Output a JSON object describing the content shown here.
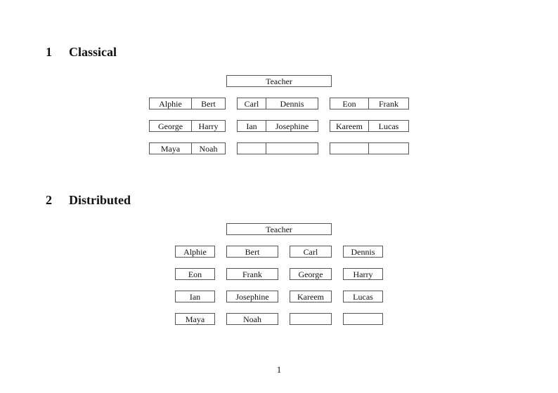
{
  "document": {
    "page_number": "1"
  },
  "classical": {
    "heading_number": "1",
    "heading_title": "Classical",
    "teacher_label": "Teacher",
    "rows": [
      [
        [
          "Alphie",
          "Bert"
        ],
        [
          "Carl",
          "Dennis"
        ],
        [
          "Eon",
          "Frank"
        ]
      ],
      [
        [
          "George",
          "Harry"
        ],
        [
          "Ian",
          "Josephine"
        ],
        [
          "Kareem",
          "Lucas"
        ]
      ],
      [
        [
          "Maya",
          "Noah"
        ],
        [
          "",
          ""
        ],
        [
          "",
          ""
        ]
      ]
    ]
  },
  "distributed": {
    "heading_number": "2",
    "heading_title": "Distributed",
    "teacher_label": "Teacher",
    "rows": [
      [
        "Alphie",
        "Bert",
        "Carl",
        "Dennis"
      ],
      [
        "Eon",
        "Frank",
        "George",
        "Harry"
      ],
      [
        "Ian",
        "Josephine",
        "Kareem",
        "Lucas"
      ],
      [
        "Maya",
        "Noah",
        "",
        ""
      ]
    ]
  }
}
